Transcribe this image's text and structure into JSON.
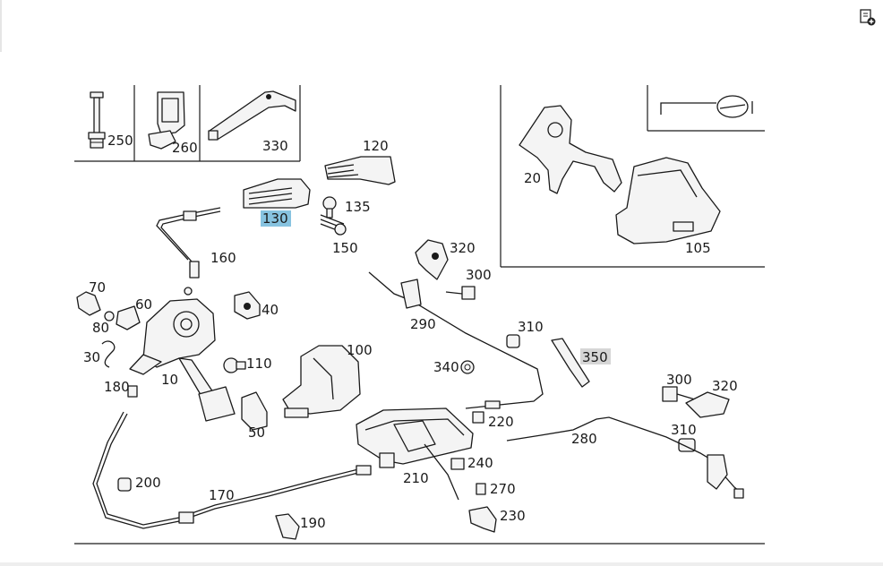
{
  "toolbar": {
    "add_page_icon": "page-add-icon"
  },
  "labels": {
    "l250": "250",
    "l260": "260",
    "l330": "330",
    "l120": "120",
    "l130": "130",
    "l135": "135",
    "l150": "150",
    "l160": "160",
    "l70": "70",
    "l60": "60",
    "l80": "80",
    "l40": "40",
    "l30": "30",
    "l10": "10",
    "l110": "110",
    "l180": "180",
    "l100": "100",
    "l50": "50",
    "l20": "20",
    "l105": "105",
    "l320a": "320",
    "l300a": "300",
    "l290": "290",
    "l310a": "310",
    "l350": "350",
    "l340": "340",
    "l300b": "300",
    "l320b": "320",
    "l220": "220",
    "l280": "280",
    "l310b": "310",
    "l240": "240",
    "l210": "210",
    "l270": "270",
    "l230": "230",
    "l200": "200",
    "l170": "170",
    "l190": "190"
  },
  "highlight": {
    "selected": "130",
    "greyed": "350",
    "selected_color": "#87c3e0",
    "greyed_color": "#d6d6d6"
  }
}
